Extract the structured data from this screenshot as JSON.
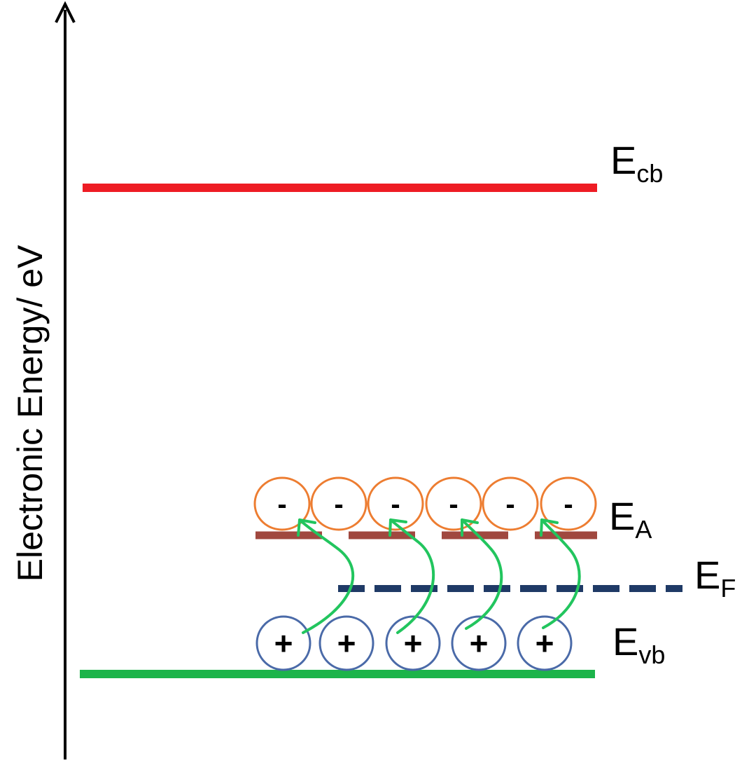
{
  "axis": {
    "label": "Electronic Energy/ eV"
  },
  "levels": {
    "conduction": {
      "main": "E",
      "sub": "cb",
      "color": "#ee1c24"
    },
    "acceptor": {
      "main": "E",
      "sub": "A",
      "color": "#a0483f"
    },
    "fermi": {
      "main": "E",
      "sub": "F",
      "color": "#1f3a66"
    },
    "valence": {
      "main": "E",
      "sub": "vb",
      "color": "#1cb44a"
    }
  },
  "electrons": {
    "sign": "-",
    "count": 6,
    "stroke": "#ed7d31"
  },
  "holes": {
    "sign": "+",
    "count": 5,
    "stroke": "#4a6aa8"
  },
  "transitions": {
    "count": 4,
    "color": "#22c55e"
  }
}
